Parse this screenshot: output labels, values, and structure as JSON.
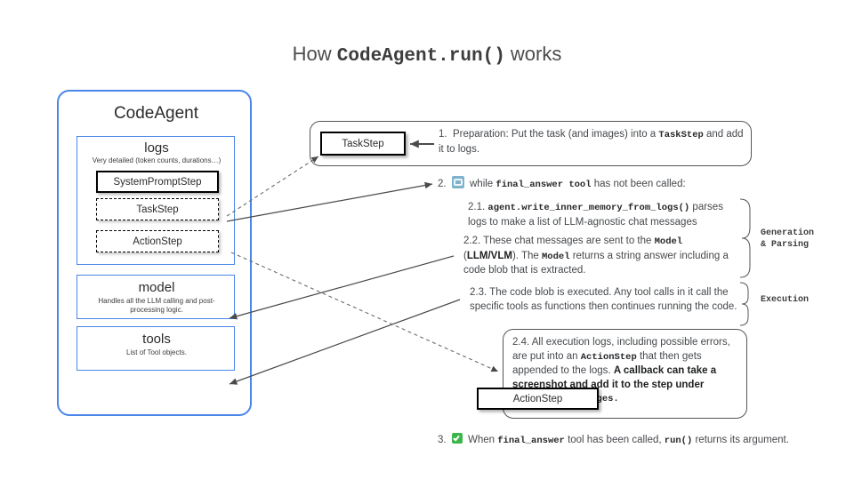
{
  "title": {
    "prefix": "How ",
    "code": "CodeAgent.run()",
    "suffix": " works"
  },
  "left_panel": {
    "title": "CodeAgent",
    "logs": {
      "title": "logs",
      "subtitle": "Very detailed (token counts, durations…)",
      "items": [
        {
          "label": "SystemPromptStep",
          "style": "solid"
        },
        {
          "label": "TaskStep",
          "style": "dashed"
        },
        {
          "label": "ActionStep",
          "style": "dashed"
        }
      ]
    },
    "model": {
      "title": "model",
      "desc": "Handles all the LLM calling and post-processing logic."
    },
    "tools": {
      "title": "tools",
      "desc": "List of Tool objects."
    }
  },
  "flow": {
    "step1": {
      "chip": "TaskStep",
      "num": "1.",
      "t1": "Preparation: Put the task (and images) into a ",
      "code1": "TaskStep",
      "t2": " and add it to logs."
    },
    "step2_head": {
      "num": "2.",
      "icon": "loop-icon",
      "t1": "while ",
      "code1": "final_answer tool",
      "t2": " has not been called:"
    },
    "step21": {
      "num": "2.1.",
      "code1": "agent.write_inner_memory_from_logs()",
      "t1": " parses logs to make a list of LLM-agnostic chat messages"
    },
    "step22": {
      "num": "2.2.",
      "t1": " These chat messages are sent to the ",
      "code1": "Model",
      "t2": " (LLM/VLM). The ",
      "code2": "Model",
      "t3": " returns a string answer including a code blob that is extracted.",
      "bold1": "LLM/VLM"
    },
    "step23": {
      "num": "2.3.",
      "t1": " The code blob is executed. Any tool calls in it call the specific tools as functions then continues running the code."
    },
    "step24": {
      "num": "2.4.",
      "t1": " All execution logs, including possible errors, are put into an ",
      "code1": "ActionStep",
      "t2": " that then gets appended to the logs. ",
      "bold1": "A callback can  take a screenshot and add it to the step under ",
      "code2": "observation_images.",
      "chip": "ActionStep"
    },
    "step3": {
      "num": "3.",
      "icon": "check-icon",
      "t1": "When ",
      "code1": "final_answer",
      "t2": " tool has been called, ",
      "code2": "run()",
      "t3": " returns its argument."
    }
  },
  "group_labels": {
    "generation": "Generation\n& Parsing",
    "generation_line1": "Generation",
    "generation_line2": "& Parsing",
    "execution": "Execution"
  },
  "colors": {
    "accent_blue": "#4a86e8",
    "text": "#45484c",
    "check_green": "#3cb54a",
    "loop_blue": "#7fb3cc"
  }
}
